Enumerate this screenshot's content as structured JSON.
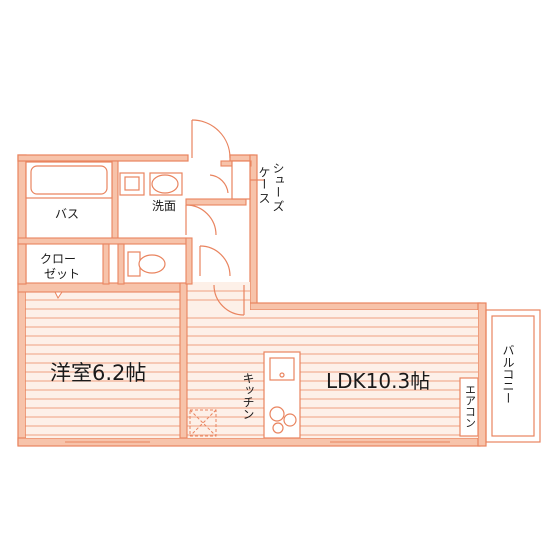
{
  "palette": {
    "wall": "#ef9b7c",
    "wall_fill": "#f7c3aa",
    "floor": "#fdf0e8",
    "line": "#e9845f",
    "text": "#1a1a1a"
  },
  "rooms": {
    "western_room": "洋室6.2帖",
    "ldk": "LDK10.3帖",
    "bath": "バス",
    "washroom": "洗面",
    "closet_line1": "クロー",
    "closet_line2": "ゼット",
    "shoe_case_line1": "シュー",
    "shoe_case_line2": "ズ",
    "shoe_case_line3": "ケー",
    "shoe_case_line4": "ス",
    "kitchen": "キッチン",
    "aircon": "エアコン",
    "balcony": "バルコニー"
  }
}
